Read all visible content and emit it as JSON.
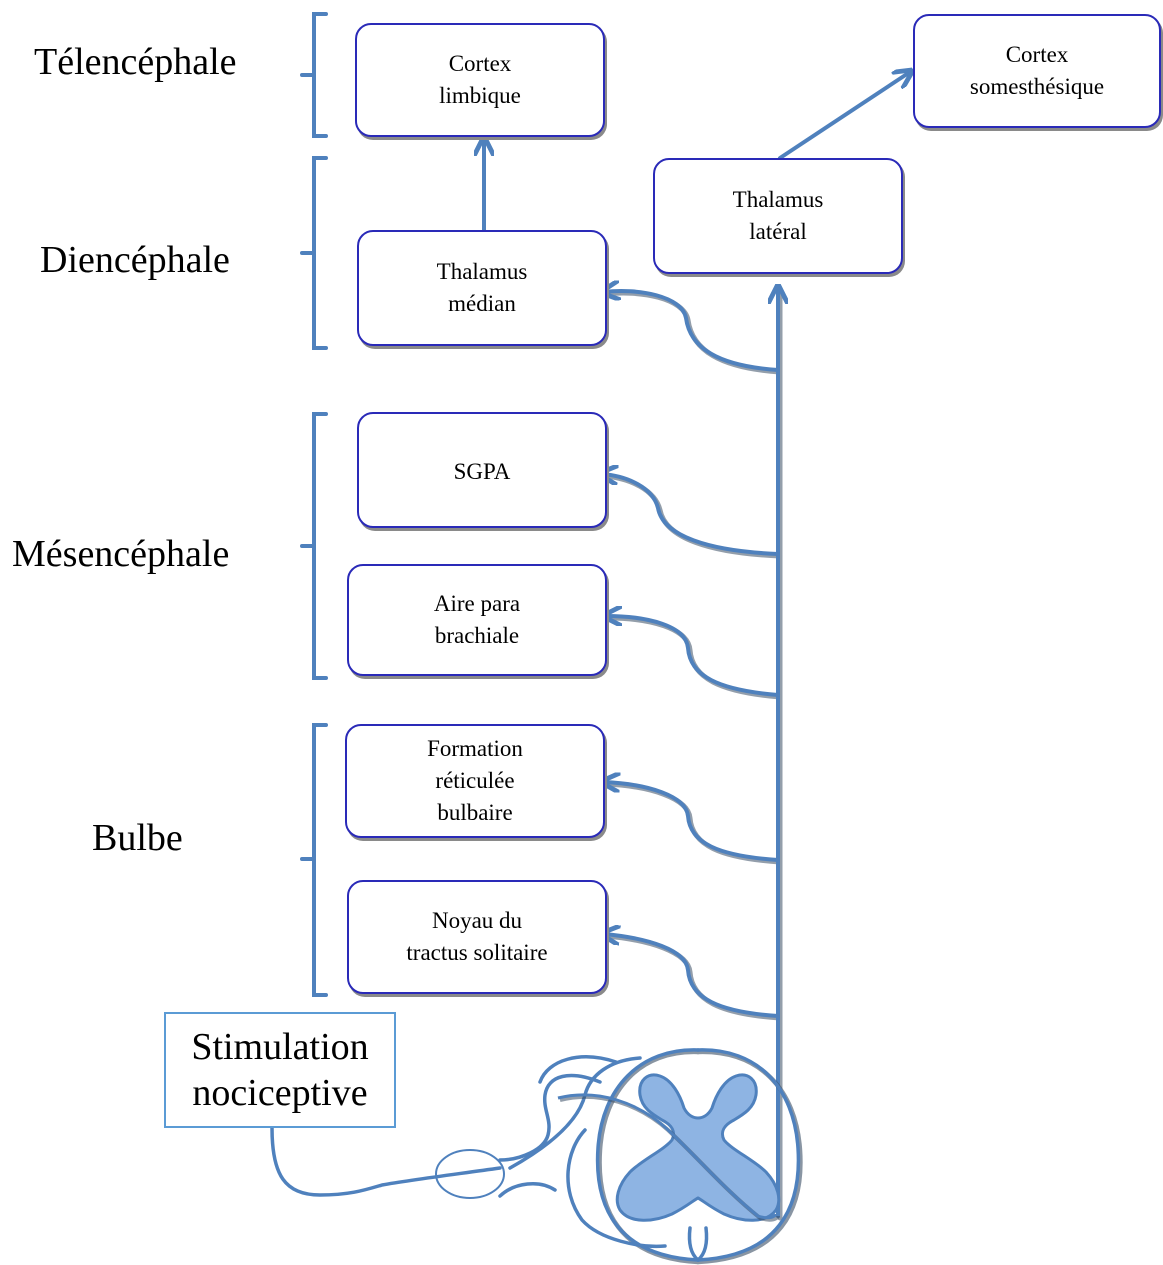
{
  "regions": {
    "telencephale": "Télencéphale",
    "diencephale": "Diencéphale",
    "mesencephale": "Mésencéphale",
    "bulbe": "Bulbe"
  },
  "nodes": {
    "cortex_limbique": [
      "Cortex",
      "limbique"
    ],
    "cortex_somesthesique": [
      "Cortex",
      "somesthésique"
    ],
    "thalamus_lateral": [
      "Thalamus",
      "latéral"
    ],
    "thalamus_median": [
      "Thalamus",
      "médian"
    ],
    "sgpa": [
      "SGPA"
    ],
    "aire_para_brachiale": [
      "Aire para",
      "brachiale"
    ],
    "formation_reticulee": [
      "Formation",
      "réticulée",
      "bulbaire"
    ],
    "noyau_tractus": [
      "Noyau du",
      "tractus solitaire"
    ]
  },
  "stimulus": [
    "Stimulation",
    "nociceptive"
  ],
  "colors": {
    "pathway": "#4f81bd",
    "pathway_shadow": "#3b4f66",
    "box_border": "#2a2ab8",
    "gray_matter": "#8eb4e3",
    "stimulus_border": "#5b9bd5"
  }
}
